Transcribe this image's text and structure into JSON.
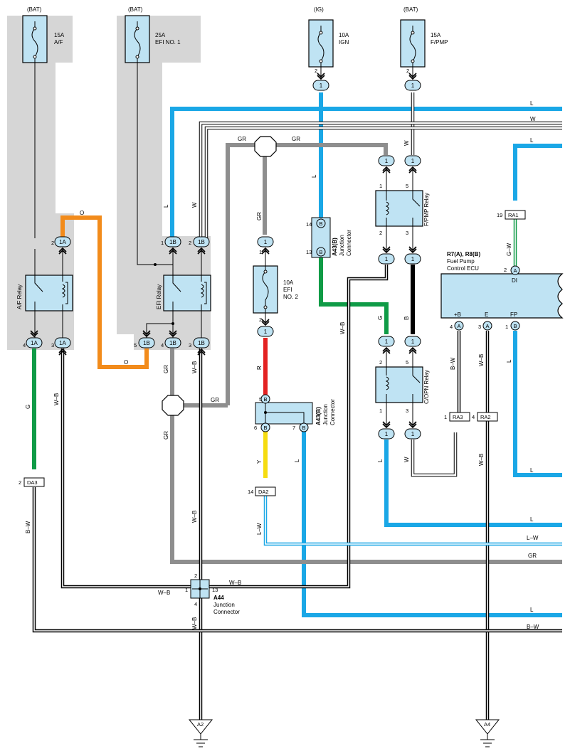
{
  "sources": {
    "bat_af": "(BAT)",
    "bat_efi": "(BAT)",
    "ig": "(IG)",
    "bat_fpmp": "(BAT)"
  },
  "fuses": {
    "af": {
      "amp": "15A",
      "name": "A/F"
    },
    "efi1": {
      "amp": "25A",
      "name": "EFI NO. 1"
    },
    "ign": {
      "amp": "10A",
      "name": "IGN"
    },
    "fpmp": {
      "amp": "15A",
      "name": "F/PMP"
    },
    "efi2": {
      "amp": "10A",
      "name1": "EFI",
      "name2": "NO. 2"
    }
  },
  "relays": {
    "af": "A/F Relay",
    "efi": "EFI Relay",
    "fpmp": "F/PMP Relay",
    "copn": "C/OPN Relay"
  },
  "connectors": {
    "1A": "1A",
    "1B": "1B",
    "one": "1",
    "B": "B",
    "A": "A",
    "RA1": "RA1",
    "RA2": "RA2",
    "RA3": "RA3",
    "DA2": "DA2",
    "DA3": "DA3",
    "A2": "A2",
    "A4": "A4"
  },
  "junctions": {
    "a43_upper": {
      "id": "A43(B)",
      "line1": "Junction",
      "line2": "Connector"
    },
    "a43_lower": {
      "id": "A43(B)",
      "line1": "Junction",
      "line2": "Connector"
    },
    "a44": {
      "id": "A44",
      "line1": "Junction",
      "line2": "Connector"
    }
  },
  "ecu": {
    "title": "R7(A), R8(B)",
    "line1": "Fuel Pump",
    "line2": "Control ECU",
    "pin_di": "DI",
    "pin_b": "+B",
    "pin_e": "E",
    "pin_fp": "FP"
  },
  "pins": {
    "p1": "1",
    "p2": "2",
    "p3": "3",
    "p4": "4",
    "p5": "5",
    "p6": "6",
    "p7": "7",
    "p13": "13",
    "p14": "14",
    "p19": "19"
  },
  "wire_labels": {
    "L": "L",
    "W": "W",
    "GR": "GR",
    "O": "O",
    "G": "G",
    "B": "B",
    "R": "R",
    "Y": "Y",
    "WB": "W–B",
    "BW": "B–W",
    "GW": "G–W",
    "LW": "L–W"
  },
  "colors": {
    "L": "#1aa7e6",
    "GR": "#8e8e8e",
    "O": "#f28b1b",
    "G": "#0f9b46",
    "R": "#e32222",
    "Y": "#f5dc10",
    "B": "#000000",
    "module_fill": "#bfe3f3",
    "shade": "#d6d6d6"
  }
}
